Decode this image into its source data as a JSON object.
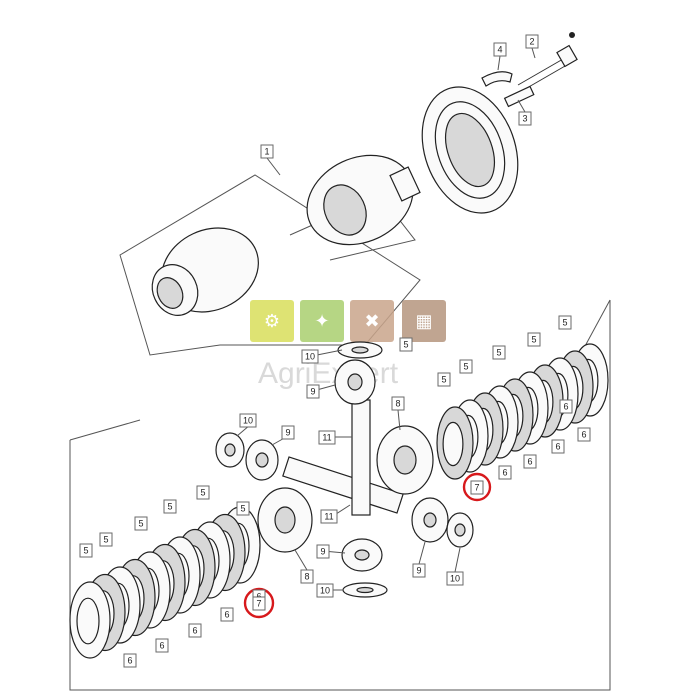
{
  "diagram": {
    "watermark": {
      "brand_text": "AgriExpert",
      "tiles": [
        {
          "icon": "tractor-icon",
          "color": "#d8de5a"
        },
        {
          "icon": "tools-wrench-icon",
          "color": "#a9cf6e"
        },
        {
          "icon": "hammer-screwdriver-icon",
          "color": "#c9a58b"
        },
        {
          "icon": "fence-icon",
          "color": "#b5957e"
        }
      ]
    },
    "callouts": [
      {
        "id": "c1",
        "label": "1"
      },
      {
        "id": "c2",
        "label": "2"
      },
      {
        "id": "c3",
        "label": "3"
      },
      {
        "id": "c4",
        "label": "4"
      },
      {
        "id": "c5a",
        "label": "5"
      },
      {
        "id": "c5b",
        "label": "5"
      },
      {
        "id": "c5c",
        "label": "5"
      },
      {
        "id": "c5d",
        "label": "5"
      },
      {
        "id": "c5e",
        "label": "5"
      },
      {
        "id": "c5f",
        "label": "5"
      },
      {
        "id": "c5g",
        "label": "5"
      },
      {
        "id": "c5h",
        "label": "5"
      },
      {
        "id": "c5i",
        "label": "5"
      },
      {
        "id": "c5j",
        "label": "5"
      },
      {
        "id": "c5k",
        "label": "5"
      },
      {
        "id": "c5l",
        "label": "5"
      },
      {
        "id": "c6a",
        "label": "6"
      },
      {
        "id": "c6b",
        "label": "6"
      },
      {
        "id": "c6c",
        "label": "6"
      },
      {
        "id": "c6d",
        "label": "6"
      },
      {
        "id": "c6e",
        "label": "6"
      },
      {
        "id": "c6f",
        "label": "6"
      },
      {
        "id": "c6g",
        "label": "6"
      },
      {
        "id": "c6h",
        "label": "6"
      },
      {
        "id": "c6i",
        "label": "6"
      },
      {
        "id": "c6j",
        "label": "6"
      },
      {
        "id": "c7a",
        "label": "7"
      },
      {
        "id": "c7b",
        "label": "7"
      },
      {
        "id": "c8a",
        "label": "8"
      },
      {
        "id": "c8b",
        "label": "8"
      },
      {
        "id": "c9a",
        "label": "9"
      },
      {
        "id": "c9b",
        "label": "9"
      },
      {
        "id": "c9c",
        "label": "9"
      },
      {
        "id": "c9d",
        "label": "9"
      },
      {
        "id": "c10a",
        "label": "10"
      },
      {
        "id": "c10b",
        "label": "10"
      },
      {
        "id": "c10c",
        "label": "10"
      },
      {
        "id": "c10d",
        "label": "10"
      },
      {
        "id": "c11a",
        "label": "11"
      },
      {
        "id": "c11b",
        "label": "11"
      }
    ],
    "highlight_color": "#d7191c"
  }
}
